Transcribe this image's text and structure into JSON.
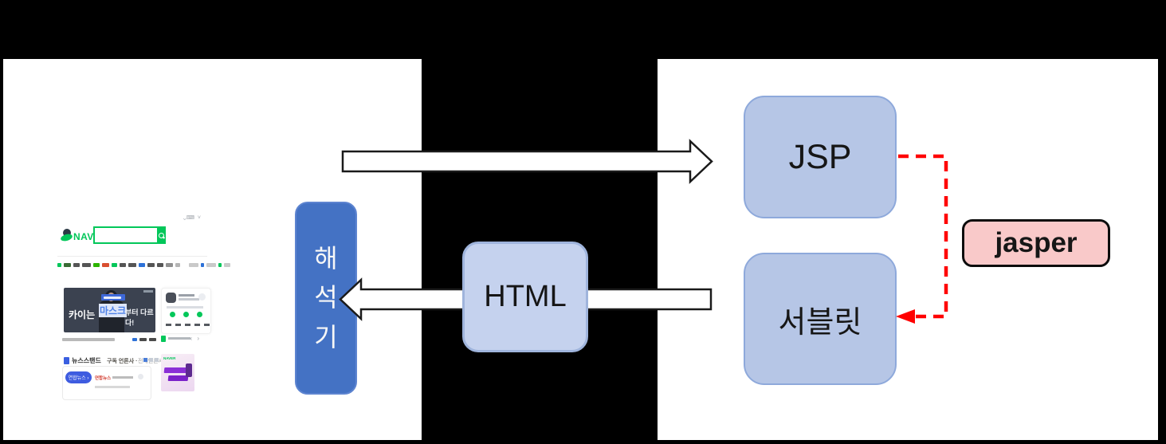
{
  "canvas": {
    "background": "#000000",
    "panel_background": "#ffffff"
  },
  "diagram": {
    "interpreter_box": {
      "label": "해\n석\n기",
      "fill": "#4472c4",
      "text_color": "#ffffff"
    },
    "html_box": {
      "label": "HTML",
      "fill": "#c5d2ee",
      "border": "#9fb4dc"
    },
    "jsp_box": {
      "label": "JSP",
      "fill": "#b6c6e6",
      "border": "#8ea9db"
    },
    "servlet_box": {
      "label": "서블릿",
      "fill": "#b6c6e6",
      "border": "#8ea9db"
    },
    "jasper_box": {
      "label": "jasper",
      "fill": "#f9c9c9",
      "border": "#0c0c0c"
    },
    "connector_color": "#ff0000",
    "arrow_fill": "#ffffff",
    "arrow_stroke": "#1a1a1a"
  },
  "naver": {
    "top_chevron": "⌄",
    "logo_text": "NAVER",
    "brand_green": "#03c75a",
    "search_extra_glyphs": "⌨ ˅",
    "banner": {
      "prefix": "카이는",
      "highlight": "마스크",
      "suffix": "부터 다르다!"
    },
    "newsstand": {
      "title": "뉴스스탠드",
      "sub1": "구독 언론사 ·",
      "sub2": "전체언론사"
    },
    "news_pill": "연합뉴스 ›",
    "press_name": "연합뉴스",
    "mini_nav": "‹ ›",
    "ad_brand": "NAVER"
  }
}
